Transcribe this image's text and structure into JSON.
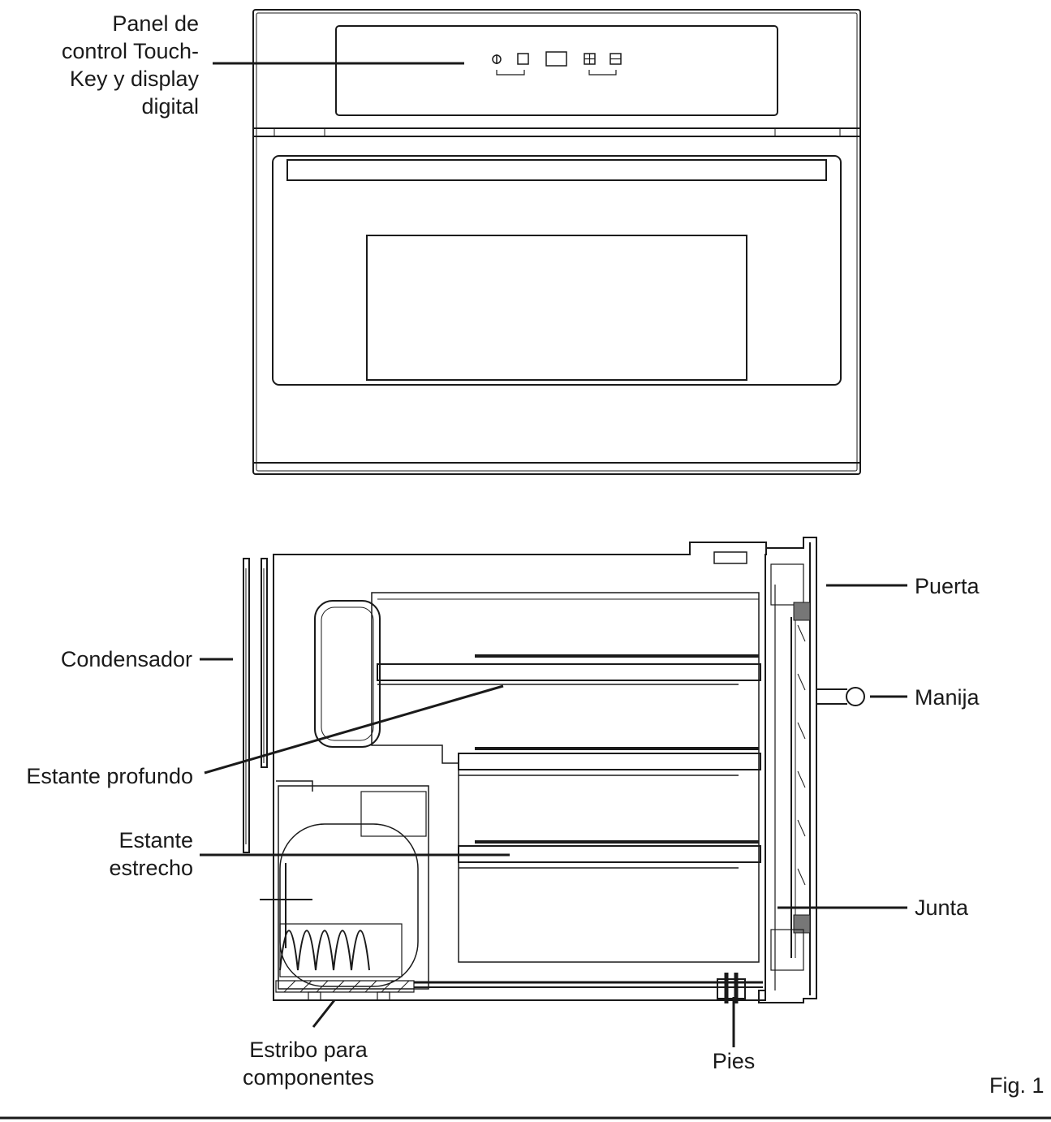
{
  "labels": {
    "panel": [
      "Panel de",
      "control Touch-",
      "Key y display",
      "digital"
    ],
    "condensador": "Condensador",
    "estante_profundo": "Estante profundo",
    "estante_estrecho": [
      "Estante",
      "estrecho"
    ],
    "estribo": [
      "Estribo para",
      "componentes"
    ],
    "puerta": "Puerta",
    "manija": "Manija",
    "junta": "Junta",
    "pies": "Pies",
    "figure": "Fig. 1"
  },
  "colors": {
    "line": "#1a1a1a",
    "text": "#1a1a1a",
    "background": "#ffffff"
  }
}
